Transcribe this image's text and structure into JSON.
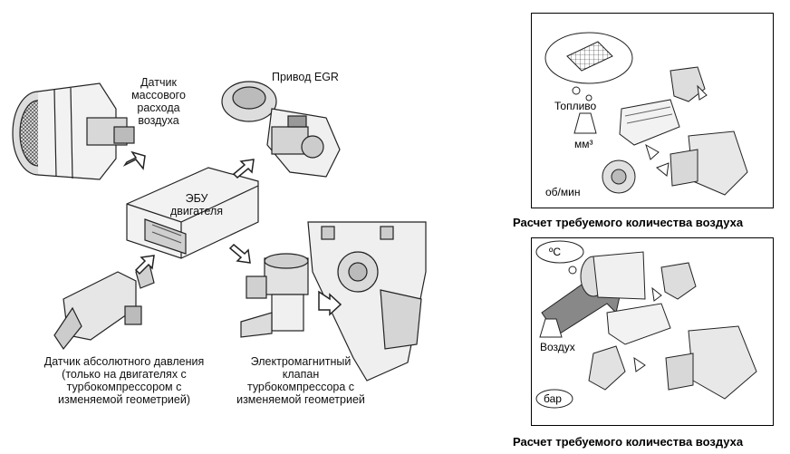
{
  "left_diagram": {
    "maf_sensor": [
      "Датчик",
      "массового",
      "расхода",
      "воздуха"
    ],
    "egr_actuator": "Привод EGR",
    "ecu": [
      "ЭБУ",
      "двигателя"
    ],
    "map_sensor": [
      "Датчик абсолютного давления",
      "(только на двигателях с",
      "турбокомпрессором с",
      "изменяемой геометрией)"
    ],
    "solenoid_valve": [
      "Электромагнитный",
      "клапан",
      "турбокомпрессора с",
      "изменяемой геометрией"
    ]
  },
  "panel_top": {
    "fuel": "Топливо",
    "volume_unit": "мм³",
    "rpm_unit": "об/мин",
    "caption": "Расчет требуемого количества воздуха"
  },
  "panel_bottom": {
    "temp_unit": "ºC",
    "air": "Воздух",
    "pressure_unit": "бар",
    "caption": "Расчет требуемого количества воздуха"
  }
}
